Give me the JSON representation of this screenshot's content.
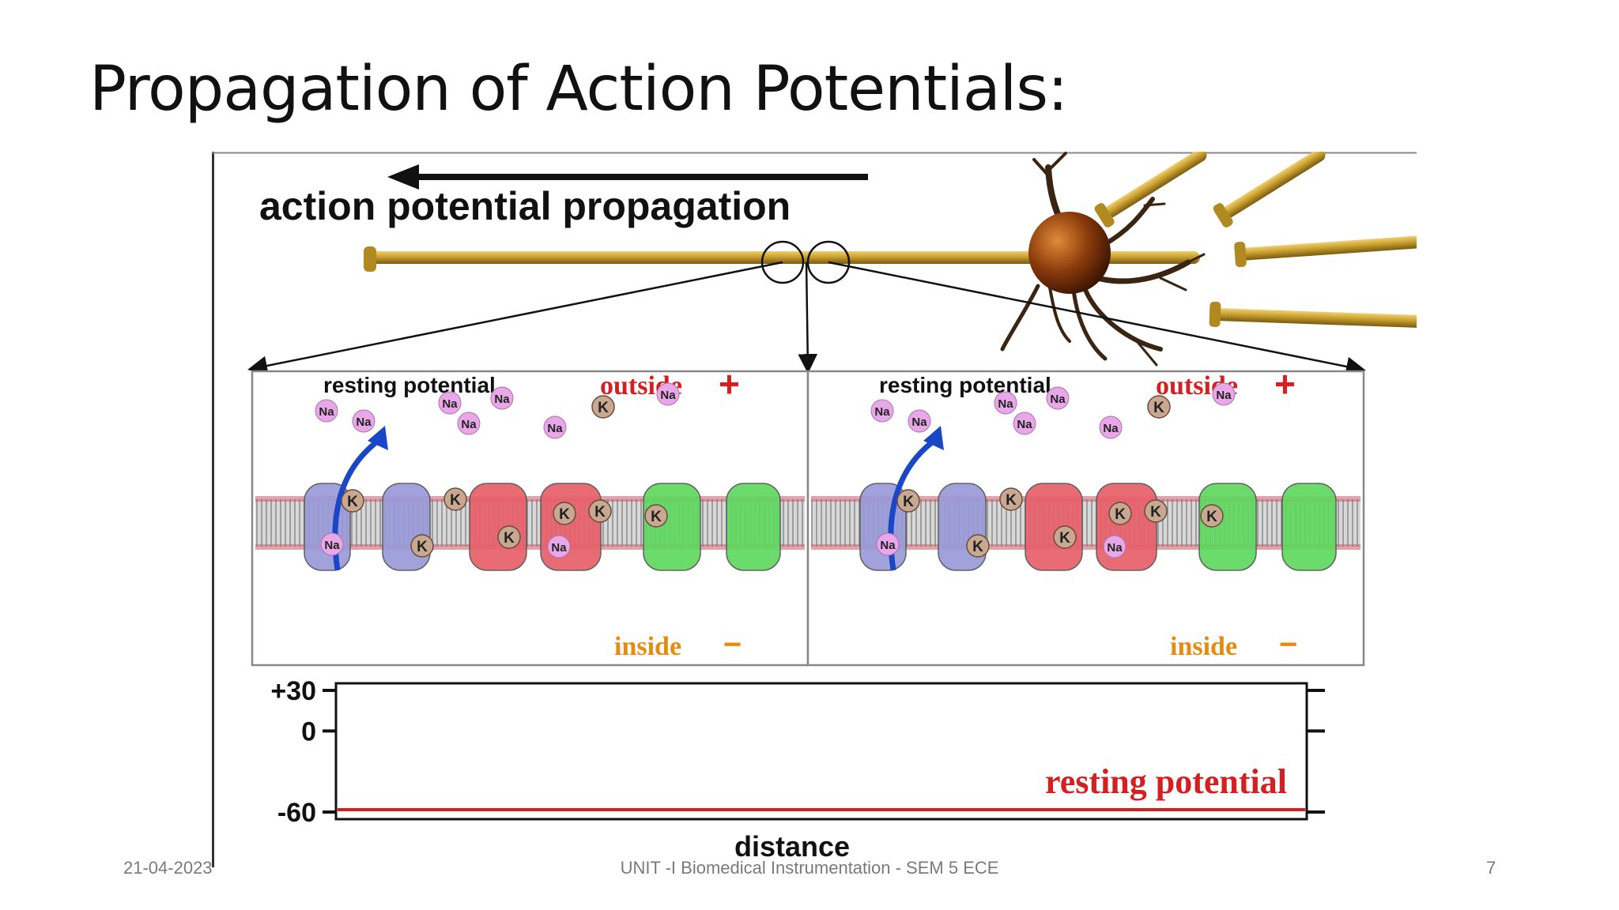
{
  "slide": {
    "title": "Propagation of Action Potentials:",
    "footer_date": "21-04-2023",
    "footer_center": "UNIT -I Biomedical Instrumentation - SEM 5 ECE",
    "page_number": "7"
  },
  "figure": {
    "heading": "action potential propagation",
    "panels": [
      {
        "state": "resting potential",
        "outside": "outside",
        "inside": "inside"
      },
      {
        "state": "resting potential",
        "outside": "outside",
        "inside": "inside"
      }
    ],
    "ion_labels": {
      "sodium": "Na",
      "potassium": "K"
    },
    "signs": {
      "positive": "+",
      "negative": "−"
    },
    "graph": {
      "y_ticks": [
        "+30",
        "0",
        "-60"
      ],
      "xlabel": "distance",
      "trace_label": "resting potential",
      "resting_value": -60
    },
    "colors": {
      "outside_red": "#d42020",
      "inside_orange": "#e88a10",
      "arrow_blue": "#1a46c8",
      "channel_blue": "#9a9ad8",
      "channel_red": "#e8606a",
      "channel_green": "#5fd85f",
      "axon_gold": "#c9a030",
      "soma_brown": "#8a3a0a",
      "trace_red": "#d42020"
    }
  }
}
